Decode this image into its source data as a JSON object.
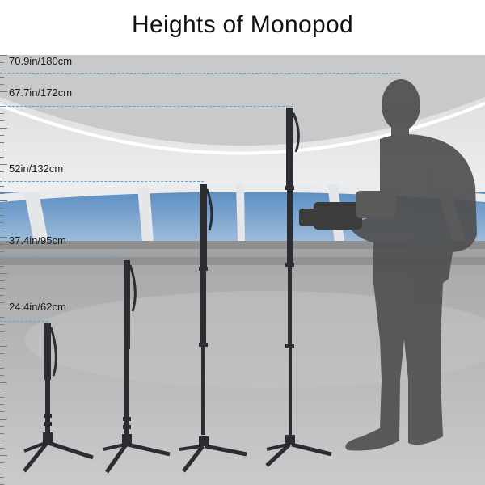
{
  "title": "Heights of Monopod",
  "heights": [
    {
      "label": "70.9in/180cm"
    },
    {
      "label": "67.7in/172cm"
    },
    {
      "label": "52in/132cm"
    },
    {
      "label": "37.4in/95cm"
    },
    {
      "label": "24.4in/62cm"
    }
  ],
  "colors": {
    "guide_line": "#5aa7d6",
    "silhouette": "#4f4f4f",
    "monopod": "#2b2d30",
    "sky": "#6f9ccb",
    "floor": "#b7b9ba"
  },
  "icons": [
    "monopod-icon",
    "person-silhouette-icon",
    "camera-icon"
  ]
}
